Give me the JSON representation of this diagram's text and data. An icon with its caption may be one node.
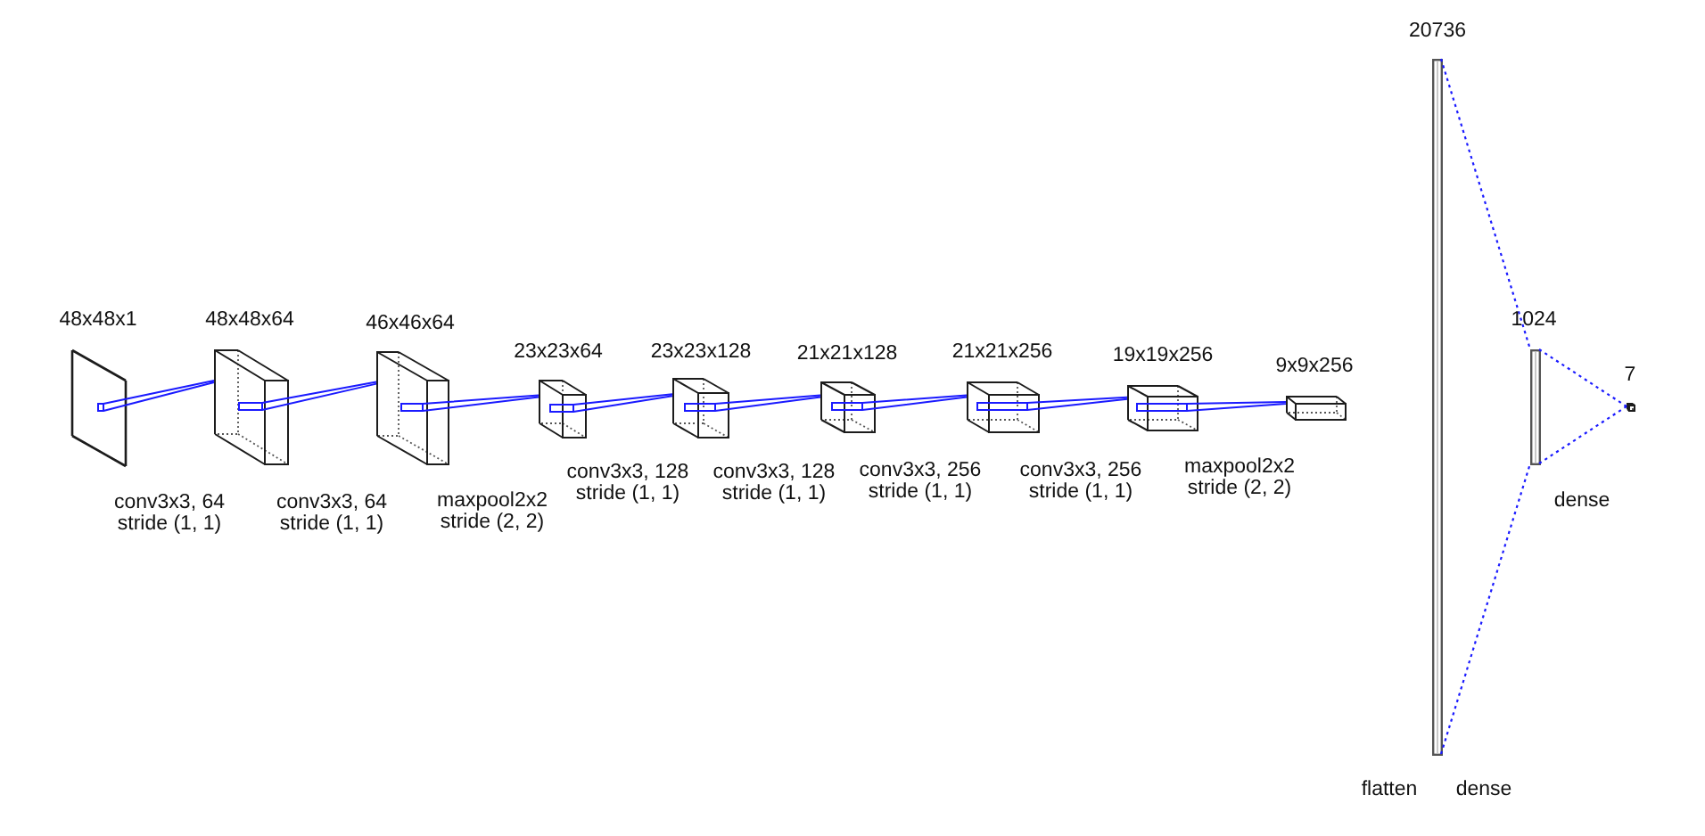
{
  "diagram": {
    "nodes": [
      {
        "text": [],
        "shape": "box",
        "beside": [
          "48x48x1"
        ]
      },
      {
        "text": [],
        "shape": "box",
        "beside": [
          "48x48x64"
        ]
      },
      {
        "text": [],
        "shape": "box",
        "beside": [
          "46x46x64"
        ]
      },
      {
        "text": [],
        "shape": "box",
        "beside": [
          "23x23x64"
        ]
      },
      {
        "text": [],
        "shape": "box",
        "beside": [
          "23x23x128"
        ]
      },
      {
        "text": [],
        "shape": "box",
        "beside": [
          "21x21x128"
        ]
      },
      {
        "text": [],
        "shape": "box",
        "beside": [
          "21x21x256"
        ]
      },
      {
        "text": [],
        "shape": "box",
        "beside": [
          "19x19x256"
        ]
      },
      {
        "text": [],
        "shape": "box",
        "beside": [
          "9x9x256"
        ]
      },
      {
        "text": [],
        "shape": "bar",
        "beside": [
          "20736"
        ]
      },
      {
        "text": [],
        "shape": "bar",
        "beside": [
          "1024"
        ]
      },
      {
        "text": [],
        "shape": "box",
        "beside": [
          "7"
        ]
      }
    ],
    "edges": [
      {
        "from": 0,
        "to": 1,
        "arrow": "none"
      },
      {
        "from": 1,
        "to": 2,
        "arrow": "none"
      },
      {
        "from": 2,
        "to": 3,
        "arrow": "none"
      },
      {
        "from": 3,
        "to": 4,
        "arrow": "none"
      },
      {
        "from": 4,
        "to": 5,
        "arrow": "none"
      },
      {
        "from": 5,
        "to": 6,
        "arrow": "none"
      },
      {
        "from": 6,
        "to": 7,
        "arrow": "none"
      },
      {
        "from": 7,
        "to": 8,
        "arrow": "none"
      },
      {
        "from": 9,
        "to": 10,
        "arrow": "none",
        "style": "dashed"
      },
      {
        "from": 10,
        "to": 11,
        "arrow": "none",
        "style": "dashed"
      }
    ],
    "labels": [
      "conv3x3, 64 stride (1, 1)",
      "conv3x3, 64 stride (1, 1)",
      "maxpool2x2 stride (2, 2)",
      "conv3x3, 128 stride (1, 1)",
      "conv3x3, 128 stride (1, 1)",
      "conv3x3, 256 stride (1, 1)",
      "conv3x3, 256 stride (1, 1)",
      "maxpool2x2 stride (2, 2)",
      "dense",
      "flatten",
      "dense"
    ]
  }
}
